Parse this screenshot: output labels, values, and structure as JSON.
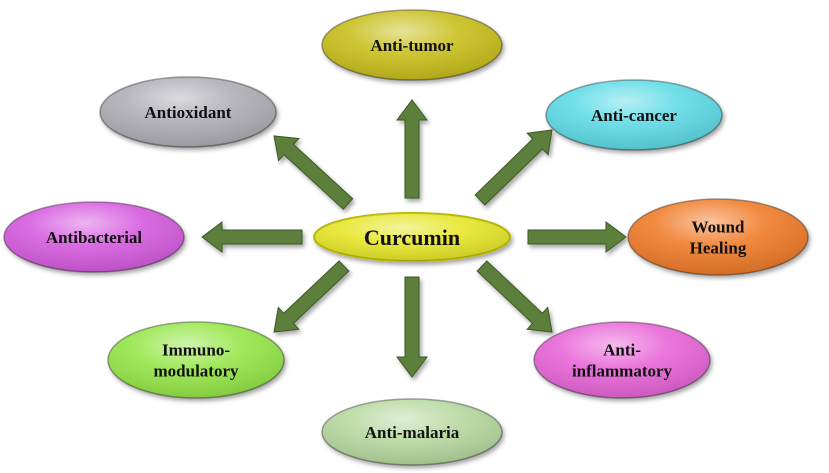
{
  "center": {
    "label": "Curcumin",
    "color": "#e6e62a"
  },
  "arrow_color": "#5b7f3a",
  "nodes": [
    {
      "id": "anti-tumor",
      "lines": [
        "Anti-tumor"
      ],
      "color": "#c8bf1e"
    },
    {
      "id": "anti-cancer",
      "lines": [
        "Anti-cancer"
      ],
      "color": "#5fdbe6"
    },
    {
      "id": "wound-healing",
      "lines": [
        "Wound",
        "Healing"
      ],
      "color": "#f07c2a"
    },
    {
      "id": "anti-inflammatory",
      "lines": [
        "Anti-",
        "inflammatory"
      ],
      "color": "#e866d8"
    },
    {
      "id": "anti-malaria",
      "lines": [
        "Anti-malaria"
      ],
      "color": "#b7d9a0"
    },
    {
      "id": "immunomodulatory",
      "lines": [
        "Immuno-",
        "modulatory"
      ],
      "color": "#96e64a"
    },
    {
      "id": "antibacterial",
      "lines": [
        "Antibacterial"
      ],
      "color": "#d65be0"
    },
    {
      "id": "antioxidant",
      "lines": [
        "Antioxidant"
      ],
      "color": "#b0aeb6"
    }
  ]
}
